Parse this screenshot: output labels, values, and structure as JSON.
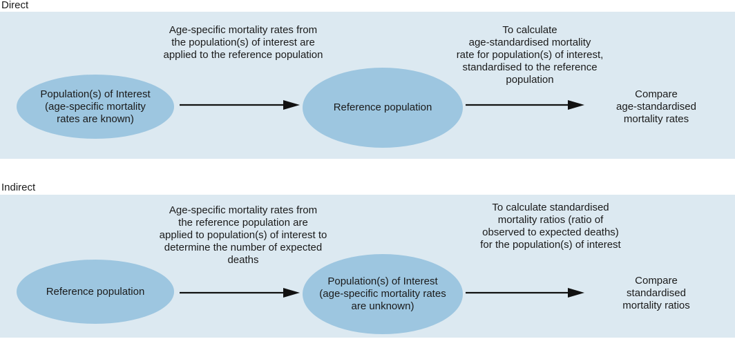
{
  "direct": {
    "title": "Direct",
    "node_interest": [
      "Population(s) of Interest",
      "(age-specific mortality",
      "rates are known)"
    ],
    "node_reference": [
      "Reference population"
    ],
    "note_apply": [
      "Age-specific mortality rates from",
      "the population(s) of interest are",
      "applied to the reference population"
    ],
    "note_calc": [
      "To calculate",
      "age-standardised mortality",
      "rate for population(s) of interest,",
      "standardised to the reference",
      "population"
    ],
    "compare": [
      "Compare",
      "age-standardised",
      "mortality rates"
    ]
  },
  "indirect": {
    "title": "Indirect",
    "node_reference": [
      "Reference population"
    ],
    "node_interest": [
      "Population(s) of Interest",
      "(age-specific mortality rates",
      "are unknown)"
    ],
    "note_apply": [
      "Age-specific mortality rates from",
      "the reference population  are",
      "applied to population(s) of interest to",
      "determine the number of expected",
      "deaths"
    ],
    "note_calc": [
      "To calculate standardised",
      "mortality ratios   (ratio of",
      "observed to expected deaths)",
      "for the population(s) of interest"
    ],
    "compare": [
      "Compare",
      "standardised",
      "mortality ratios"
    ]
  },
  "colors": {
    "panel": "#dce9f1",
    "node": "#9dc6e0",
    "arrow": "#111111"
  }
}
